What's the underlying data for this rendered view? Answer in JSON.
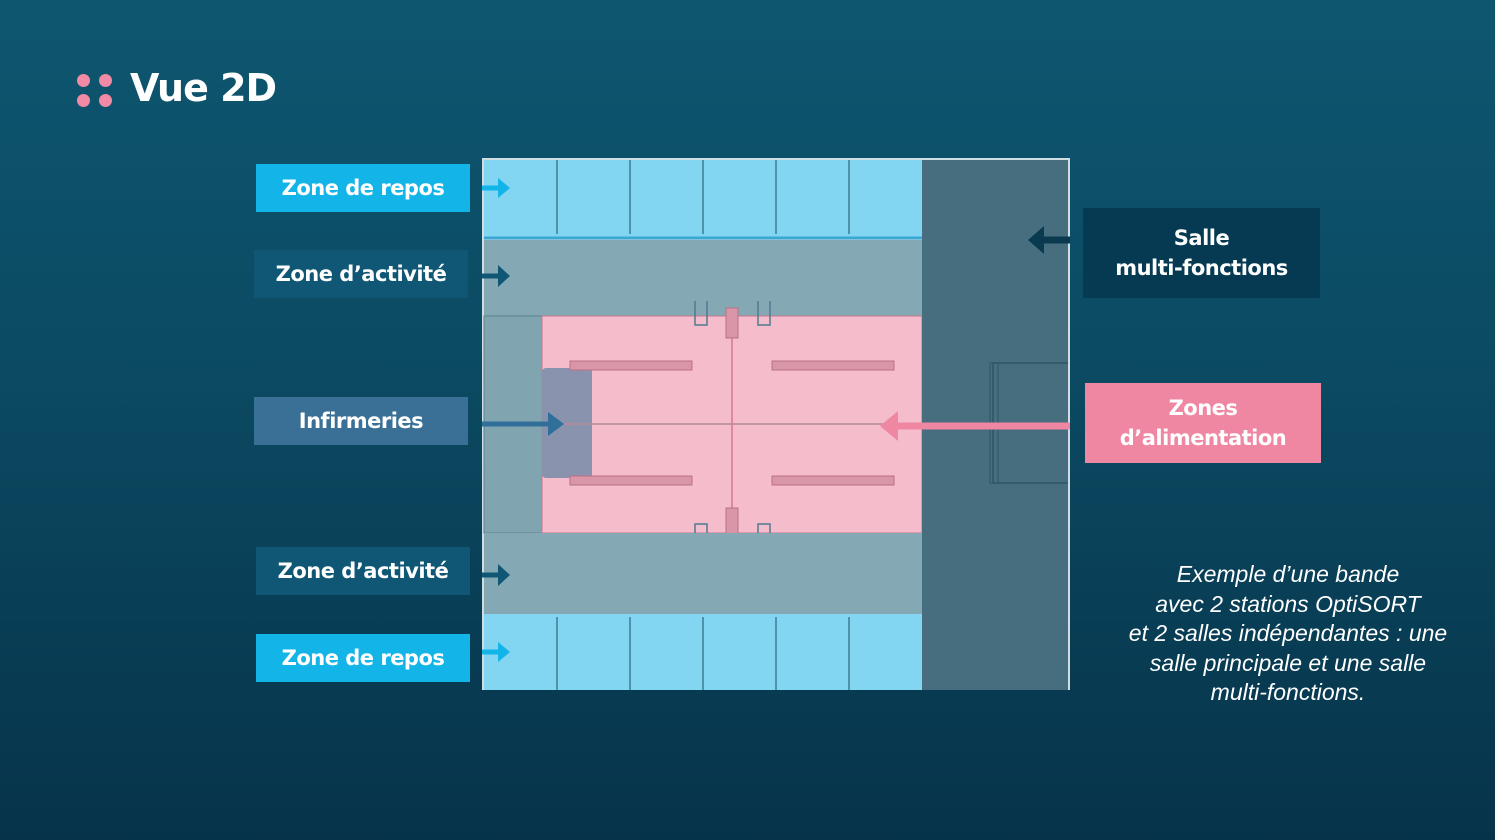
{
  "header": {
    "title": "Vue 2D",
    "icon": "four-dots-icon"
  },
  "labels": {
    "rest_top": "Zone de repos",
    "activity_top": "Zone d’activité",
    "infirmary": "Infirmeries",
    "activity_bottom": "Zone d’activité",
    "rest_bottom": "Zone de repos",
    "multi_room_line1": "Salle",
    "multi_room_line2": "multi-fonctions",
    "feeding_line1": "Zones",
    "feeding_line2": "d’alimentation"
  },
  "note": {
    "lines": [
      "Exemple d’une bande",
      "avec 2 stations OptiSORT",
      "et 2 salles indépendantes : une",
      "salle principale et une salle",
      "multi-fonctions."
    ]
  },
  "colors": {
    "rest": "#82d6f2",
    "activity": "#84a8b4",
    "feeding": "#f5bccb",
    "infirmary": "#3a6f96",
    "multi": "#476e7e",
    "pink_label": "#ef87a3",
    "rest_label": "#13b4e8"
  }
}
